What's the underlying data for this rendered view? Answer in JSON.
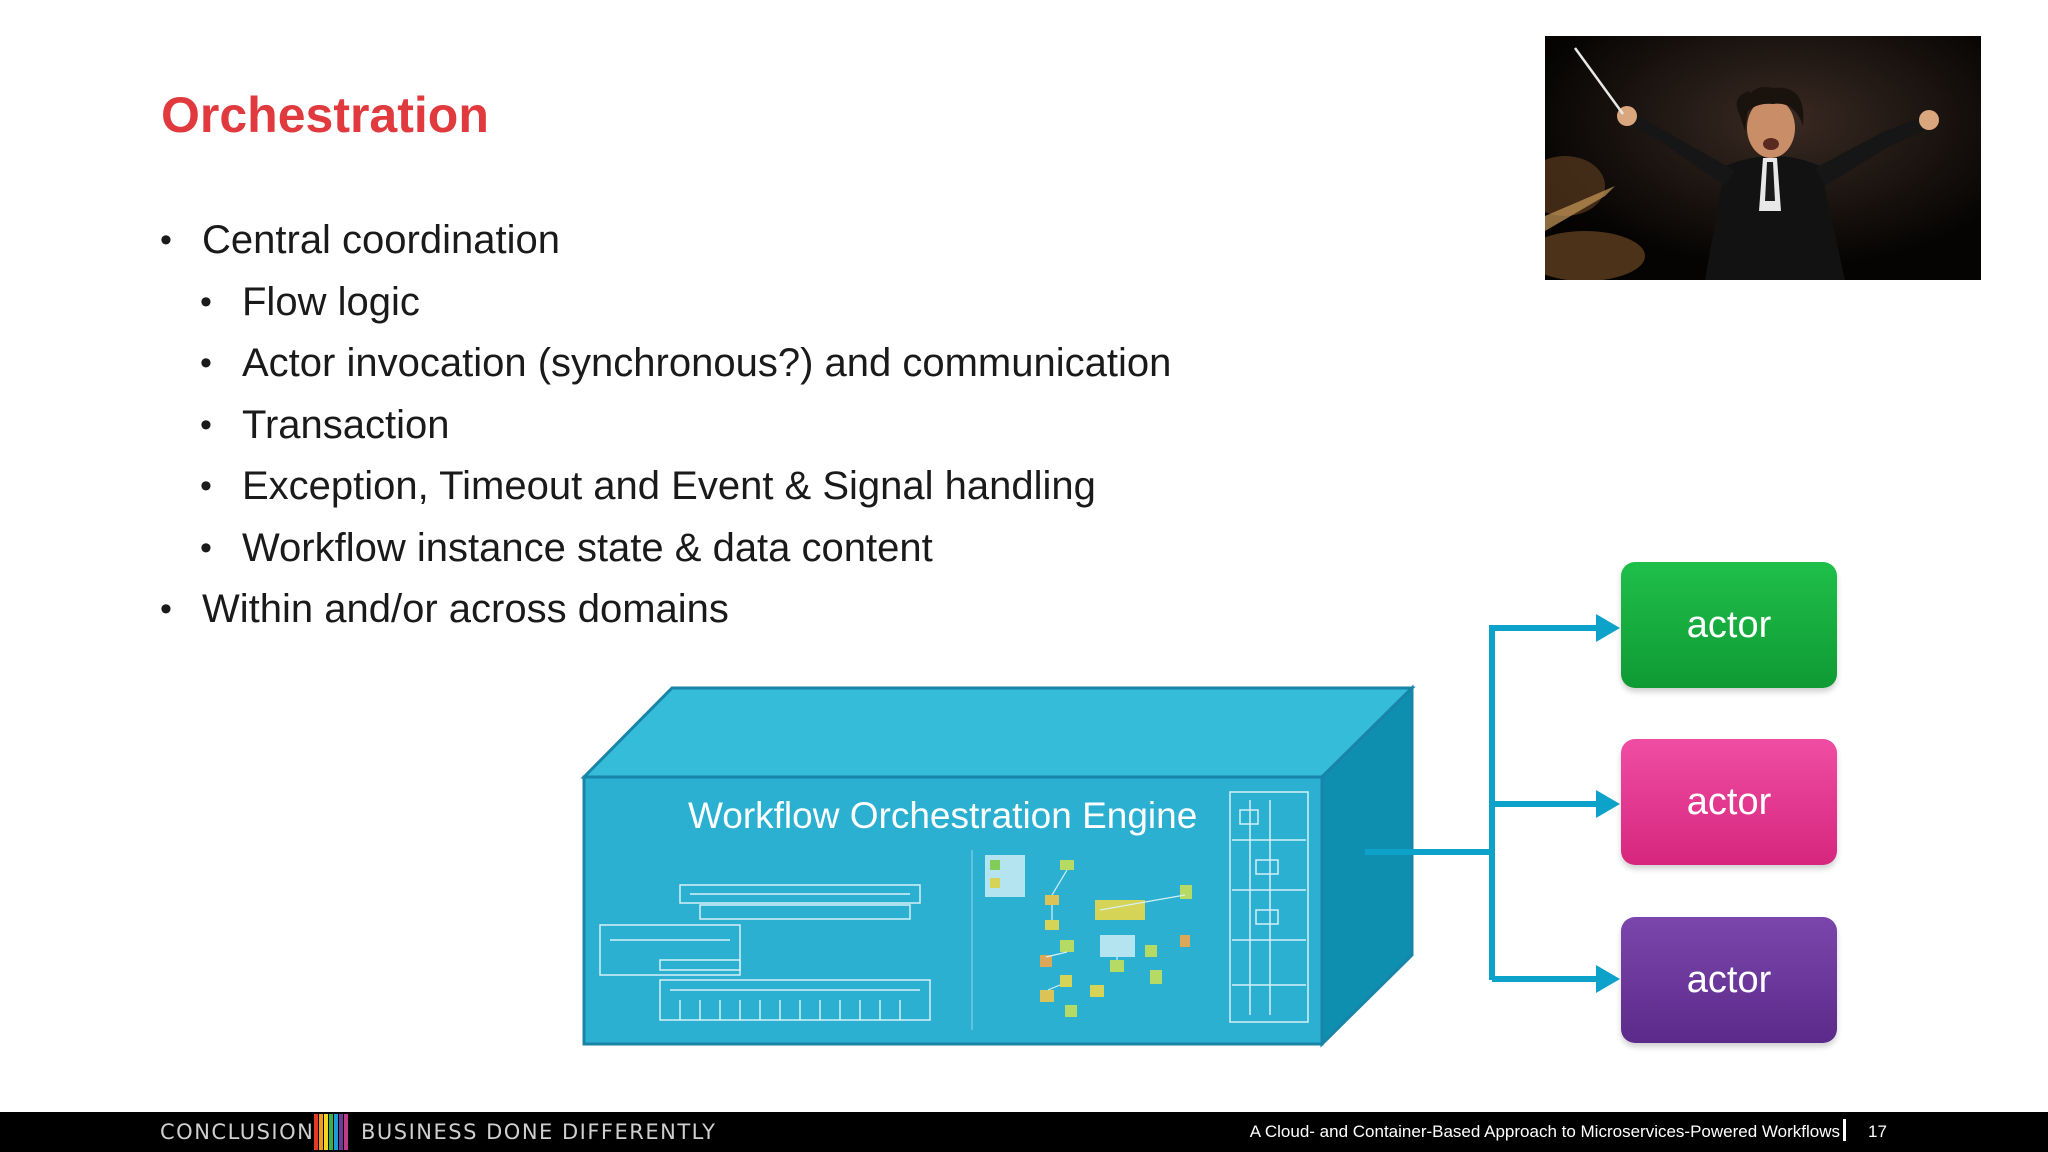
{
  "slide": {
    "title": "Orchestration",
    "bullets": [
      {
        "level": 1,
        "text": "Central coordination"
      },
      {
        "level": 2,
        "text": "Flow logic"
      },
      {
        "level": 2,
        "text": "Actor invocation (synchronous?) and communication"
      },
      {
        "level": 2,
        "text": "Transaction"
      },
      {
        "level": 2,
        "text": "Exception, Timeout and Event & Signal handling"
      },
      {
        "level": 2,
        "text": "Workflow instance state & data content"
      },
      {
        "level": 1,
        "text": "Within and/or across domains"
      }
    ],
    "bullet_glyph": "•",
    "photo": {
      "icon": "conductor-photo"
    }
  },
  "diagram": {
    "engine_label": "Workflow Orchestration Engine",
    "actors": [
      {
        "label": "actor",
        "color": "#18ad3e"
      },
      {
        "label": "actor",
        "color": "#e23b91"
      },
      {
        "label": "actor",
        "color": "#6a389c"
      }
    ],
    "box_color": "#33b7d6",
    "connector_color": "#0da2c9"
  },
  "footer": {
    "brand_left": "CONCLUSION",
    "brand_right": "BUSINESS DONE DIFFERENTLY",
    "caption": "A Cloud- and Container-Based Approach to Microservices-Powered Workflows",
    "page_number": "17"
  },
  "colors": {
    "title": "#e03a3e",
    "footer_bg": "#000000"
  }
}
